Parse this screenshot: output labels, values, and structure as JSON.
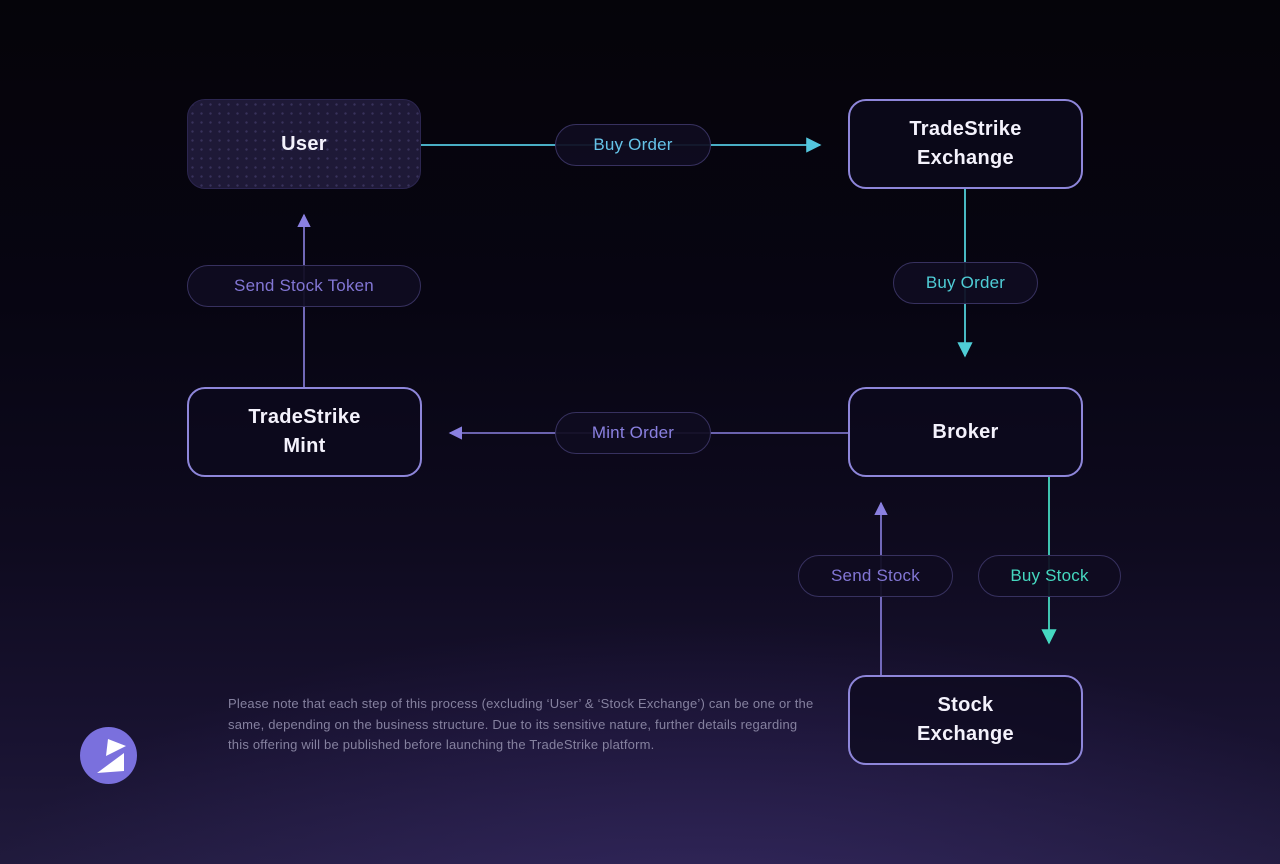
{
  "diagram": {
    "nodes": {
      "user": {
        "line1": "User"
      },
      "tradestrike_exchange": {
        "line1": "TradeStrike",
        "line2": "Exchange"
      },
      "tradestrike_mint": {
        "line1": "TradeStrike",
        "line2": "Mint"
      },
      "broker": {
        "line1": "Broker"
      },
      "stock_exchange": {
        "line1": "Stock",
        "line2": "Exchange"
      }
    },
    "edge_labels": {
      "buy_order_top": "Buy Order",
      "buy_order_right": "Buy Order",
      "mint_order": "Mint Order",
      "send_stock_token": "Send Stock Token",
      "send_stock": "Send Stock",
      "buy_stock": "Buy Stock"
    },
    "edges": [
      {
        "from": "user",
        "to": "tradestrike_exchange",
        "label": "Buy Order"
      },
      {
        "from": "tradestrike_exchange",
        "to": "broker",
        "label": "Buy Order"
      },
      {
        "from": "broker",
        "to": "tradestrike_mint",
        "label": "Mint Order"
      },
      {
        "from": "tradestrike_mint",
        "to": "user",
        "label": "Send Stock Token"
      },
      {
        "from": "broker",
        "to": "stock_exchange",
        "label": "Buy Stock"
      },
      {
        "from": "stock_exchange",
        "to": "broker",
        "label": "Send Stock"
      }
    ],
    "colors": {
      "accent_cyan": "#53c6de",
      "accent_teal": "#4fcdd6",
      "accent_green": "#45d8c0",
      "accent_purple": "#8a80e0",
      "node_border": "#8e86da",
      "logo_circle": "#7a70dd"
    }
  },
  "disclaimer": {
    "lines": [
      "Please note that each step of this process (excluding ‘User’ & ‘Stock Exchange’) can be one or the",
      "same, depending on the business structure. Due to its sensitive nature, further details regarding",
      "this offering will be published before launching the TradeStrike platform."
    ]
  }
}
